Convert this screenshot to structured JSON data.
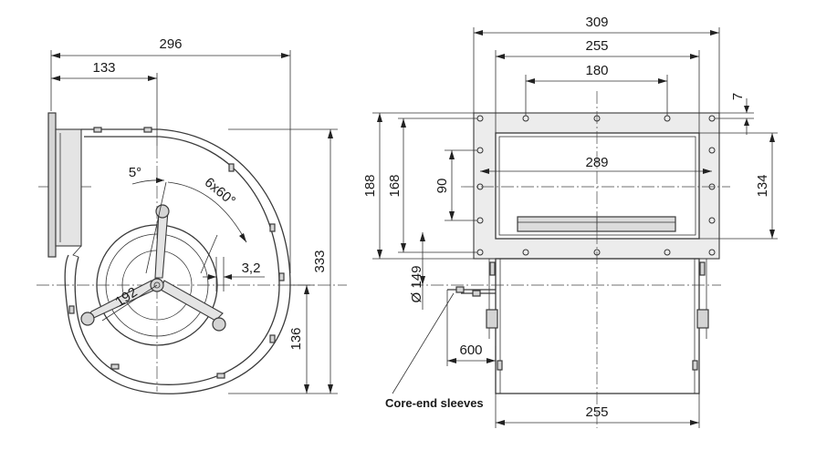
{
  "front_view": {
    "dim_overall_width": "296",
    "dim_axis_offset": "133",
    "dim_height_total": "333",
    "dim_axis_height": "136",
    "dim_angle_small": "5°",
    "dim_angle_spokes": "6x60°",
    "dim_gap": "3,2",
    "dim_hub_circle": "192"
  },
  "side_view": {
    "dim_flange_width": "309",
    "dim_hole_pitch_wide": "255",
    "dim_hole_pitch_narrow": "180",
    "dim_outlet_width": "289",
    "dim_flange_height": "188",
    "dim_hole_pitch_vertical": "168",
    "dim_outlet_height": "134",
    "dim_hole_spacing_side": "90",
    "dim_edge_offset": "7",
    "dim_diameter": "Ø 149",
    "dim_cable_length": "600",
    "dim_housing_width": "255",
    "label_core_end_sleeves": "Core-end sleeves"
  }
}
